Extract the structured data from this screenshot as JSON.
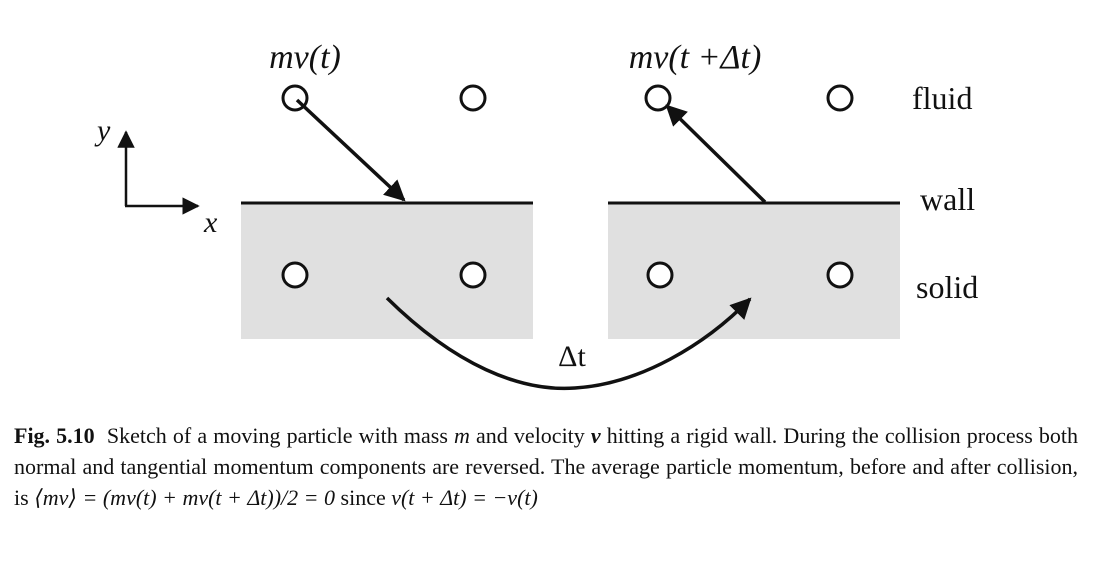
{
  "figure": {
    "labels": {
      "momentum_before": "mv(t)",
      "momentum_after": "mv(t +Δt)",
      "fluid": "fluid",
      "wall": "wall",
      "solid": "solid",
      "axis_x": "x",
      "axis_y": "y",
      "time_step": "Δt"
    }
  },
  "caption": {
    "figure_number": "Fig. 5.10",
    "text_part1": "Sketch of a moving particle with mass ",
    "mass_symbol": "m",
    "text_part2": " and velocity ",
    "velocity_symbol": "v",
    "text_part3": " hitting a rigid wall. During the collision process both normal and tangential momentum components are reversed. The average particle momentum, before and after collision, is ",
    "equation": "⟨mv⟩ = (mv(t) + mv(t + Δt))/2 = 0",
    "text_part4": " since ",
    "equation2": "v(t + Δt) = −v(t)"
  }
}
